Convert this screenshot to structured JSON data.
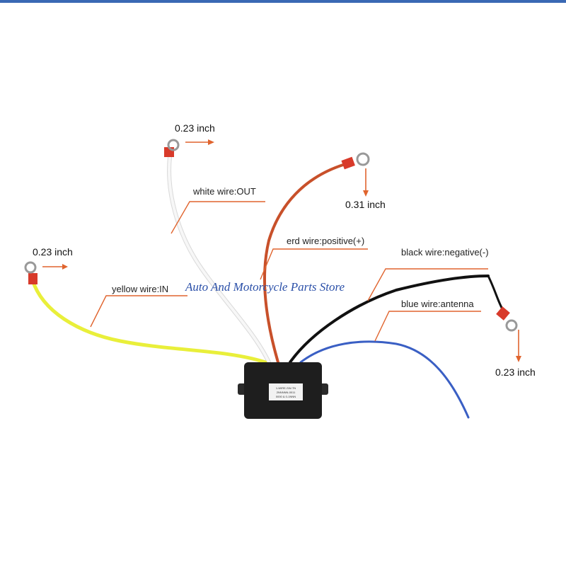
{
  "header_bar_color": "#3a69b4",
  "watermark": "Auto And Motorcycle Parts Store",
  "labels": {
    "white": "white wire:OUT",
    "red": "erd wire:positive(+)",
    "black": "black wire:negative(-)",
    "yellow": "yellow wire:IN",
    "blue": "blue wire:antenna"
  },
  "dimensions": {
    "white_terminal": "0.23 inch",
    "red_terminal": "0.31 inch",
    "yellow_terminal": "0.23 inch",
    "black_terminal": "0.23 inch"
  },
  "colors": {
    "arrow": "#e0642e",
    "wire_white": "#f4f4f4",
    "wire_red": "#c8502a",
    "wire_black": "#111111",
    "wire_yellow": "#e9ef3a",
    "wire_blue": "#3a5fc4",
    "module": "#1e1e1e",
    "terminal_red": "#d83a2a"
  },
  "module_sticker_text": [
    "1-WIRE-SW-TN",
    "2NNNNN-0011",
    "0000 & 0-1NNN"
  ]
}
